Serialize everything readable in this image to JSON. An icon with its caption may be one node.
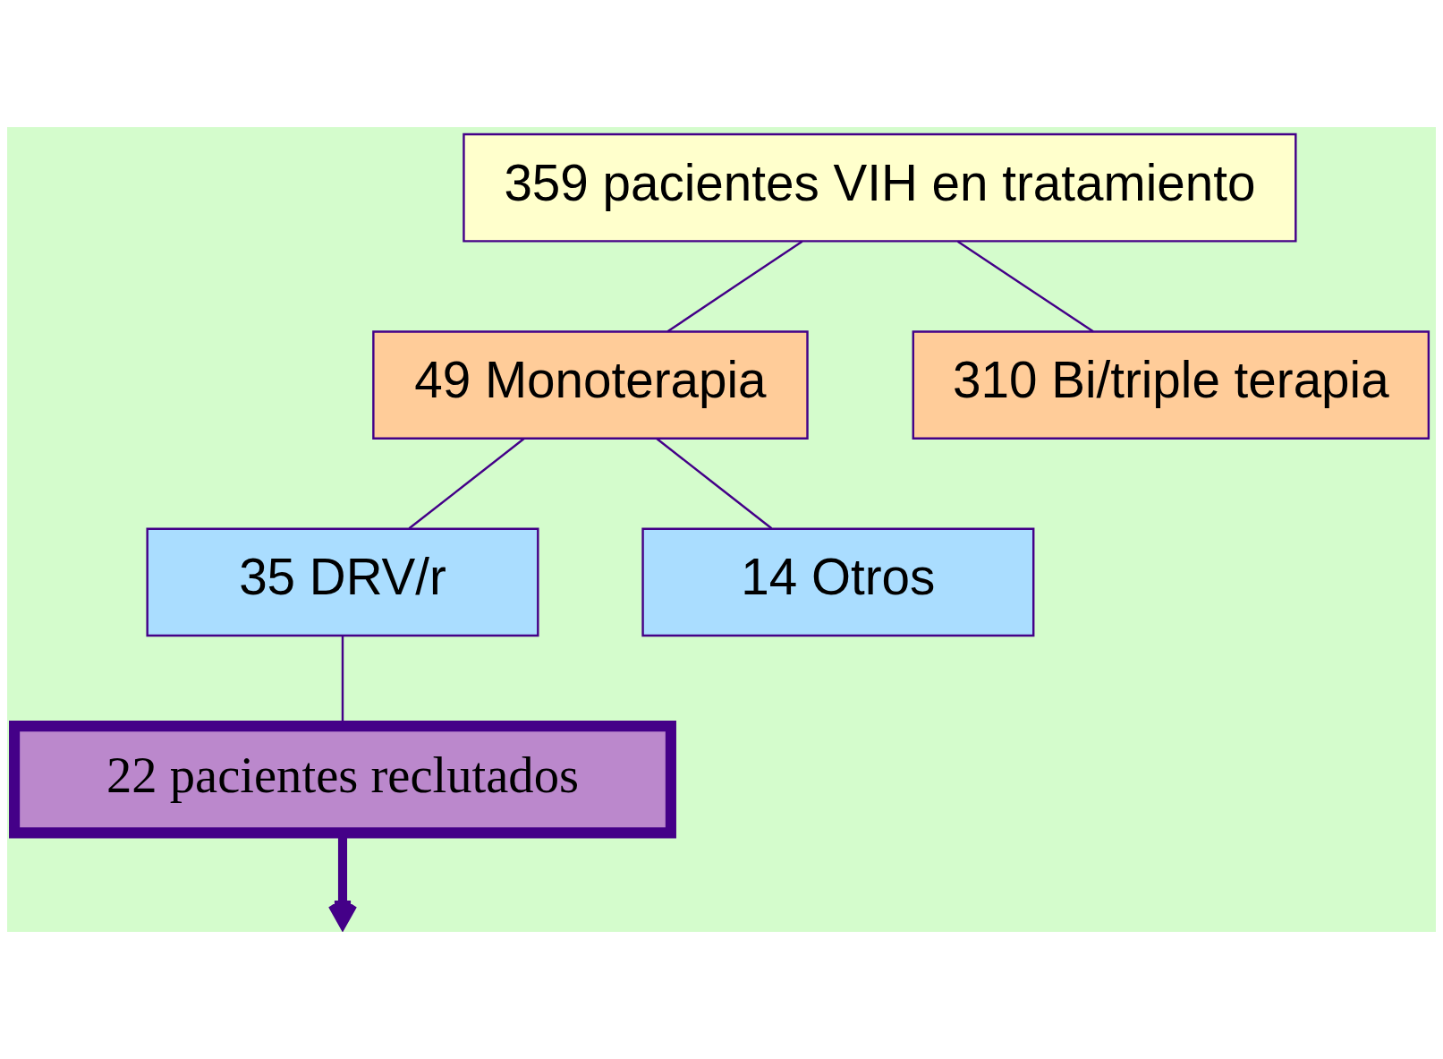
{
  "diagram": {
    "nodes": [
      {
        "text": [
          "359 pacientes VIH en tratamiento"
        ]
      },
      {
        "text": [
          "49 Monoterapia"
        ]
      },
      {
        "text": [
          "310 Bi/triple terapia"
        ]
      },
      {
        "text": [
          "35 DRV/r"
        ]
      },
      {
        "text": [
          "14 Otros"
        ]
      },
      {
        "text": [
          "22 pacientes reclutados"
        ]
      }
    ],
    "edges": [
      {
        "from": 0,
        "to": 1,
        "arrow": "none"
      },
      {
        "from": 0,
        "to": 2,
        "arrow": "none"
      },
      {
        "from": 1,
        "to": 3,
        "arrow": "none"
      },
      {
        "from": 1,
        "to": 4,
        "arrow": "none"
      },
      {
        "from": 3,
        "to": 5,
        "arrow": "none"
      },
      {
        "from": 5,
        "to": null,
        "arrow": "to",
        "style": "thick"
      }
    ]
  }
}
